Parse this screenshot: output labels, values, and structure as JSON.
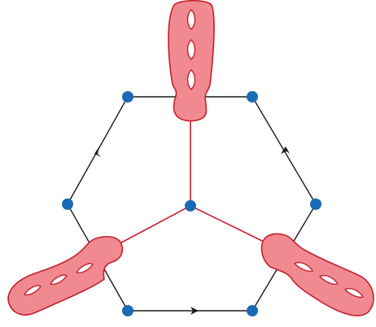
{
  "colors": {
    "background": "#ffffff",
    "edge": "#1a1a1a",
    "node": "#1b6ab5",
    "handle_fill": "#f08a90",
    "handle_stroke": "#c4202c",
    "hole_fill": "#ffffff"
  },
  "diagram": {
    "shape": "hexagon with center node joined by red spokes to three surfaces",
    "outer_nodes": 6,
    "center_nodes": 1,
    "surfaces": 3,
    "holes_per_surface": 3,
    "directed_edges": 3
  }
}
